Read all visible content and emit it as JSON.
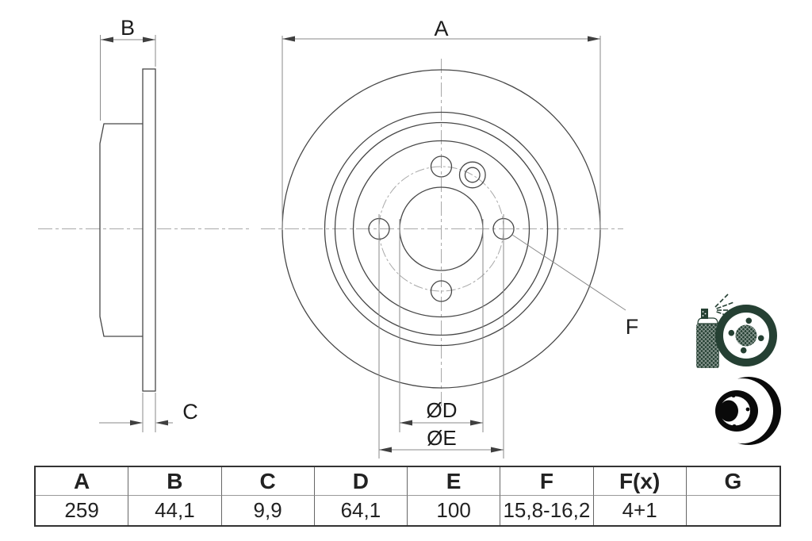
{
  "drawing": {
    "side_view": {
      "labels": {
        "b": "B",
        "c": "C"
      }
    },
    "front_view": {
      "labels": {
        "a": "A",
        "d": "ØD",
        "e": "ØE",
        "f": "F"
      }
    },
    "icons": {
      "coated": {
        "name": "spray-coated-disc-icon",
        "color": "#254033"
      },
      "solid": {
        "name": "solid-brake-disc-icon",
        "color": "#0a0a0a"
      }
    }
  },
  "spec_table": {
    "headers": [
      "A",
      "B",
      "C",
      "D",
      "E",
      "F",
      "F(x)",
      "G"
    ],
    "values": [
      "259",
      "44,1",
      "9,9",
      "64,1",
      "100",
      "15,8-16,2",
      "4+1",
      ""
    ]
  },
  "colors": {
    "background": "#ffffff",
    "outline": "#474747",
    "dimension_line": "#8a8a8a",
    "centerline": "#a8a8a8",
    "label_text": "#1c1c1c",
    "table_border_outer": "#333333",
    "table_border_inner": "#666666",
    "table_text": "#222222"
  }
}
